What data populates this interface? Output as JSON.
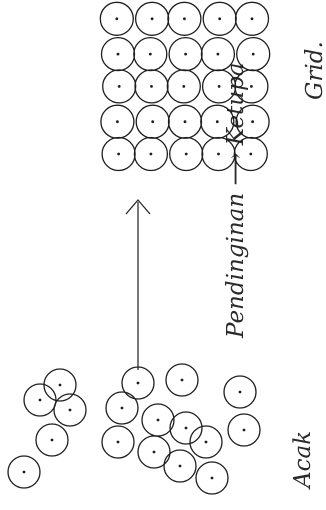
{
  "labels": {
    "top": "Pendinginan ⟶ Ketupa",
    "grid": "Grid.",
    "random": "Acak"
  },
  "grid": {
    "rows": 5,
    "cols": 5
  },
  "random_particle_count": 17,
  "colors": {
    "ink": "#1e1e1e",
    "paper": "#ffffff"
  }
}
